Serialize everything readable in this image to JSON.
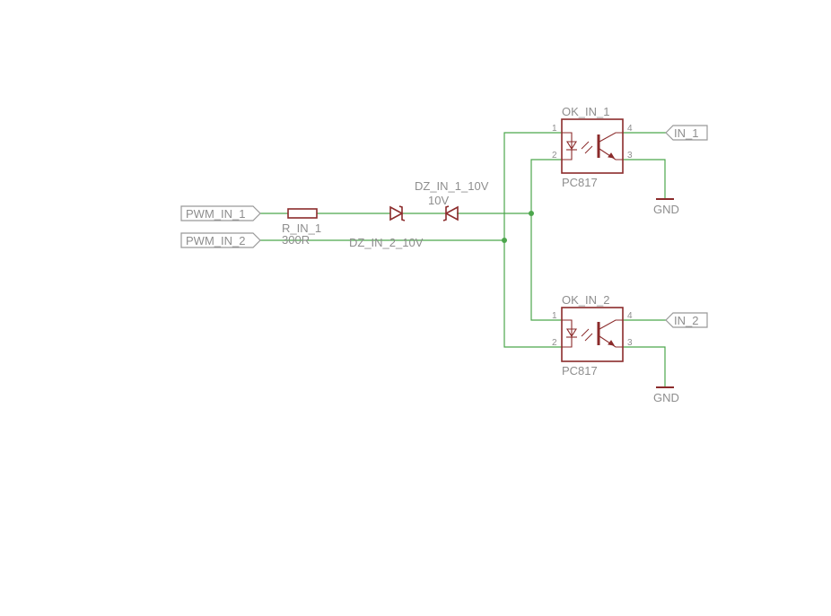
{
  "ports": {
    "pwm_in_1": "PWM_IN_1",
    "pwm_in_2": "PWM_IN_2",
    "in_1": "IN_1",
    "in_2": "IN_2"
  },
  "resistor": {
    "name": "R_IN_1",
    "value": "300R"
  },
  "zener_1": {
    "name": "DZ_IN_1_10V",
    "value": "10V"
  },
  "zener_2": {
    "name": "DZ_IN_2_10V"
  },
  "opto_1": {
    "name": "OK_IN_1",
    "value": "PC817",
    "pins": [
      "1",
      "2",
      "3",
      "4"
    ]
  },
  "opto_2": {
    "name": "OK_IN_2",
    "value": "PC817",
    "pins": [
      "1",
      "2",
      "3",
      "4"
    ]
  },
  "gnd_1": "GND",
  "gnd_2": "GND",
  "colors": {
    "wire": "#4ca64c",
    "component": "#8b2b2b",
    "label": "#8e8e8e"
  }
}
